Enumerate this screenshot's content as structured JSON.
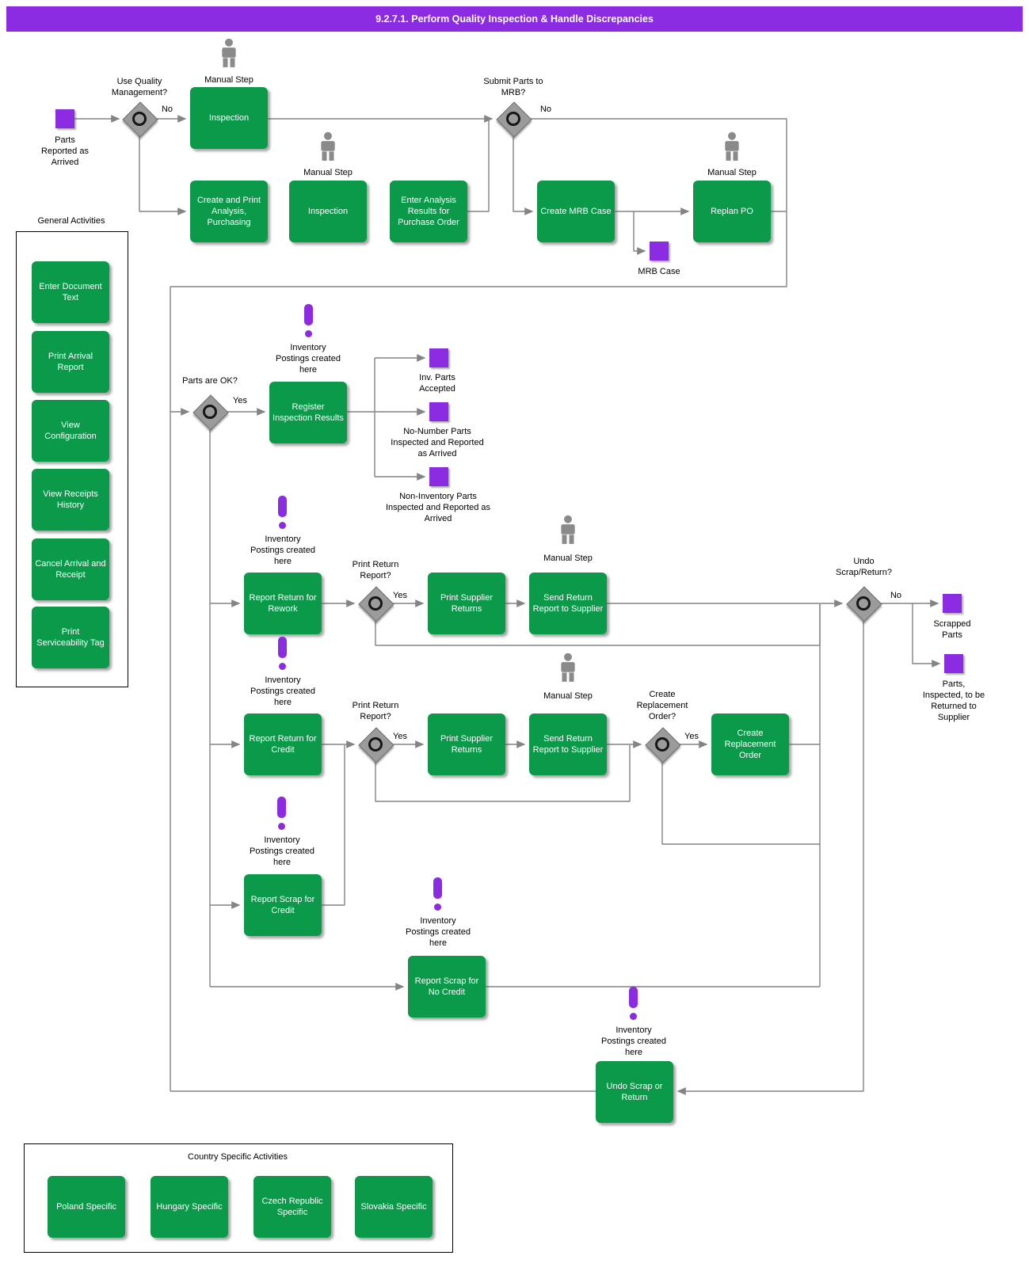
{
  "header": {
    "title": "9.2.7.1. Perform Quality Inspection & Handle Discrepancies"
  },
  "colors": {
    "task_green": "#0a9a4a",
    "doc_purple": "#8b2be2",
    "header_purple": "#8b2be2",
    "line_gray": "#848484",
    "gateway_gray": "#9b9b9b",
    "person_gray": "#8a8a8a"
  },
  "annotations": {
    "manual_step": "Manual Step",
    "inventory_postings": "Inventory Postings created here"
  },
  "nodes": {
    "inspection1": {
      "label": "Inspection"
    },
    "create_print_analysis": {
      "label": "Create and Print Analysis, Purchasing"
    },
    "inspection2": {
      "label": "Inspection"
    },
    "enter_analysis": {
      "label": "Enter Analysis Results for Purchase Order"
    },
    "create_mrb": {
      "label": "Create MRB Case"
    },
    "replan_po": {
      "label": "Replan PO"
    },
    "register_inspection": {
      "label": "Register Inspection Results"
    },
    "report_return_rework": {
      "label": "Report Return for Rework"
    },
    "print_supplier_returns1": {
      "label": "Print Supplier Returns"
    },
    "send_return_report1": {
      "label": "Send Return Report to Supplier"
    },
    "report_return_credit": {
      "label": "Report Return for Credit"
    },
    "print_supplier_returns2": {
      "label": "Print Supplier Returns"
    },
    "send_return_report2": {
      "label": "Send Return Report to Supplier"
    },
    "create_replacement_order": {
      "label": "Create Replacement Order"
    },
    "report_scrap_credit": {
      "label": "Report Scrap for Credit"
    },
    "report_scrap_no_credit": {
      "label": "Report Scrap for No Credit"
    },
    "undo_scrap_or_return": {
      "label": "Undo Scrap or Return"
    }
  },
  "gateways": {
    "use_quality": {
      "question": "Use Quality Management?",
      "branch_label": "No"
    },
    "submit_mrb": {
      "question": "Submit Parts to MRB?",
      "branch_label": "No"
    },
    "parts_ok": {
      "question": "Parts are OK?",
      "branch_label": "Yes"
    },
    "print_return_rework": {
      "question": "Print Return Report?",
      "branch_label": "Yes"
    },
    "print_return_credit": {
      "question": "Print Return Report?",
      "branch_label": "Yes"
    },
    "create_replacement": {
      "question": "Create Replacement Order?",
      "branch_label": "Yes"
    },
    "undo_scrap_return": {
      "question": "Undo Scrap/Return?",
      "branch_label": "No"
    }
  },
  "docs": {
    "parts_arrived": "Parts Reported as Arrived",
    "mrb_case": "MRB Case",
    "inv_parts_accepted": "Inv. Parts Accepted",
    "no_number_parts": "No-Number Parts Inspected and Reported as Arrived",
    "non_inventory_parts": "Non-Inventory Parts Inspected and Reported as Arrived",
    "scrapped_parts": "Scrapped Parts",
    "parts_inspected_returned": "Parts, Inspected, to be Returned to Supplier"
  },
  "sidebar": {
    "title": "General Activities",
    "items": [
      "Enter Document Text",
      "Print Arrival Report",
      "View Configuration",
      "View Receipts History",
      "Cancel Arrival and Receipt",
      "Print Serviceability Tag"
    ]
  },
  "country": {
    "title": "Country Specific Activities",
    "items": [
      "Poland Specific",
      "Hungary Specific",
      "Czech Republic Specific",
      "Slovakia Specific"
    ]
  }
}
